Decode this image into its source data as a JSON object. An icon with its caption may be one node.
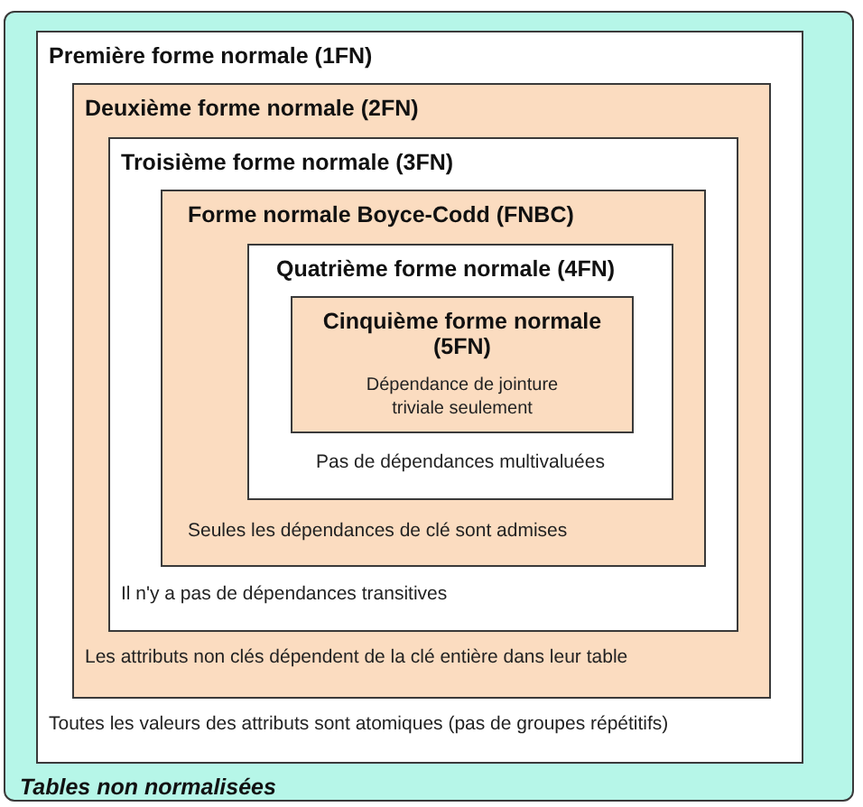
{
  "diagram": {
    "nodes": [
      {
        "text": [
          "Tables non normalisées"
        ]
      },
      {
        "text": [
          "Première forme normale (1FN)",
          "Toutes les valeurs des attributs sont atomiques (pas de groupes répétitifs)"
        ],
        "in": 0
      },
      {
        "text": [
          "Deuxième forme normale (2FN)",
          "Les attributs non clés dépendent de la clé entière dans leur table"
        ],
        "in": 1
      },
      {
        "text": [
          "Troisième forme normale (3FN)",
          "Il n'y a pas de dépendances transitives"
        ],
        "in": 2
      },
      {
        "text": [
          "Forme normale Boyce-Codd (FNBC)",
          "Seules les dépendances de clé sont admises"
        ],
        "in": 3
      },
      {
        "text": [
          "Quatrième forme normale (4FN)",
          "Pas de dépendances multivaluées"
        ],
        "in": 4
      },
      {
        "text": [
          "Cinquième forme normale (5FN)",
          "Dépendance de jointure triviale seulement"
        ],
        "in": 5
      }
    ]
  }
}
